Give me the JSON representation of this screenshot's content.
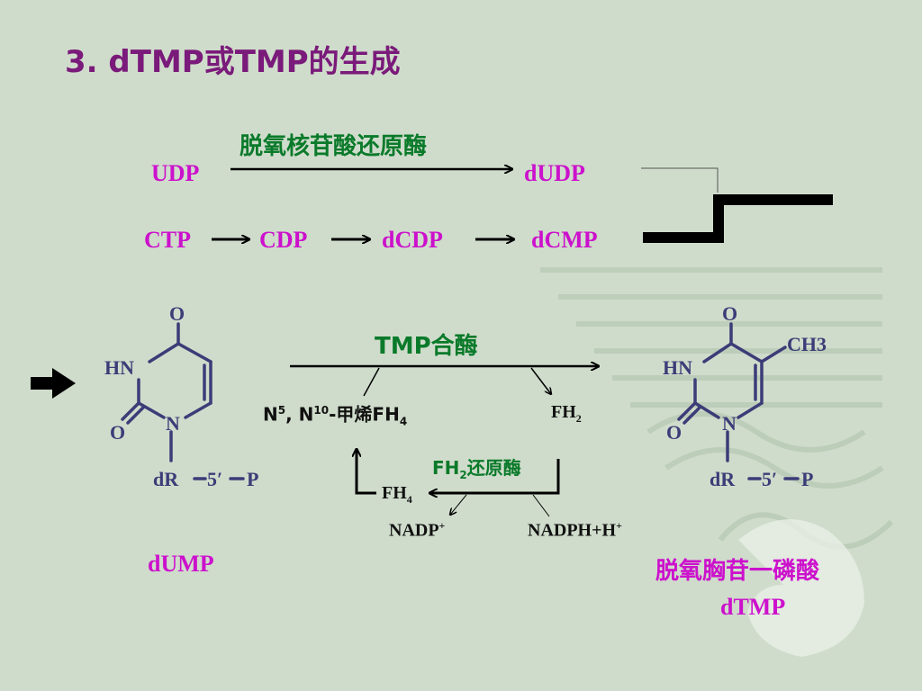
{
  "slide": {
    "title": "3. dTMP或TMP的生成",
    "reaction1": {
      "enzyme": "脱氧核苷酸还原酶",
      "substrate": "UDP",
      "product": "dUDP"
    },
    "reaction2": {
      "steps": [
        "CTP",
        "CDP",
        "dCDP",
        "dCMP"
      ]
    },
    "reaction3": {
      "enzyme": "TMP合酶",
      "cofactor_in": "N5, N10-甲烯FH4",
      "cofactor_out": "FH2",
      "regeneration_enzyme": "FH2还原酶",
      "regenerated": "FH4",
      "nadp": "NADP+",
      "nadph": "NADPH+H+"
    },
    "dump": {
      "label": "dUMP",
      "atoms": {
        "o_top": "O",
        "hn": "HN",
        "o_left": "O",
        "n": "N",
        "dr": "dR",
        "five": "5′",
        "p": "P"
      }
    },
    "dtmp": {
      "label_cn": "脱氧胸苷一磷酸",
      "label": "dTMP",
      "atoms": {
        "o_top": "O",
        "ch3": "CH3",
        "hn": "HN",
        "o_left": "O",
        "n": "N",
        "dr": "dR",
        "five": "5′",
        "p": "P"
      }
    },
    "colors": {
      "title": "#7a1a7a",
      "compound": "#cc11cc",
      "enzyme": "#0a7a2a",
      "structure": "#3c3c78",
      "background": "#cfdccb"
    }
  }
}
